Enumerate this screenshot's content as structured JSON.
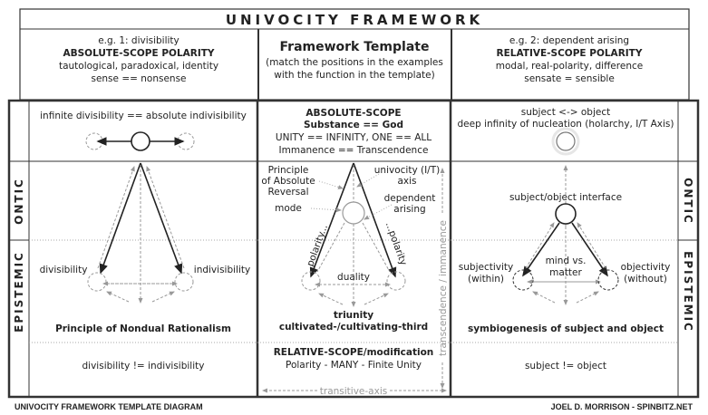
{
  "title": "UNIVOCITY FRAMEWORK",
  "header": {
    "left": {
      "line1": "e.g. 1: divisibility",
      "heading": "ABSOLUTE-SCOPE POLARITY",
      "line3": "tautological, paradoxical, identity",
      "line4": "sense == nonsense"
    },
    "middle": {
      "heading": "Framework Template",
      "line2": "(match the positions in the examples",
      "line3": "with the function in the template)"
    },
    "right": {
      "line1": "e.g. 2: dependent arising",
      "heading": "RELATIVE-SCOPE POLARITY",
      "line3": "modal, real-polarity, difference",
      "line4": "sensate = sensible"
    }
  },
  "side_labels": {
    "ontic": "ONTIC",
    "epistemic": "EPISTEMIC"
  },
  "left": {
    "top": "infinite divisibility  ==  absolute indivisibility",
    "pole_left": "divisibility",
    "pole_right": "indivisibility",
    "principle": "Principle of Nondual Rationalism",
    "bottom": "divisibility !=  indivisibility"
  },
  "middle": {
    "top1": "ABSOLUTE-SCOPE",
    "top2": "Substance == God",
    "top3": "UNITY == INFINITY, ONE == ALL",
    "top4": "Immanence == Transcendence",
    "par1": "Principle",
    "par2": "of Absolute",
    "par3": "Reversal",
    "mode": "mode",
    "axis1": "univocity (I/T)",
    "axis2": "axis",
    "dep1": "dependent",
    "dep2": "arising",
    "polarity_left": "polarity...",
    "polarity_right": "...polarity",
    "duality": "duality",
    "triunity": "triunity",
    "third": "cultivated-/cultivating-third",
    "relative": "RELATIVE-SCOPE/modification",
    "polarity_line": "Polarity -  MANY - Finite Unity",
    "transitive": "transitive-axis",
    "vertical": "transcendence / immanence"
  },
  "right": {
    "top1": "subject <-> object",
    "top2": "deep infinity of nucleation (holarchy, I/T Axis)",
    "interface": "subject/object interface",
    "mind1": "mind vs.",
    "mind2": "matter",
    "subj1": "subjectivity",
    "subj2": "(within)",
    "obj1": "objectivity",
    "obj2": "(without)",
    "principle": "symbiogenesis of subject and object",
    "bottom": "subject !=  object"
  },
  "footer": {
    "left": "UNIVOCITY FRAMEWORK TEMPLATE DIAGRAM",
    "right": "JOEL D. MORRISON - SPINBITZ.NET"
  }
}
